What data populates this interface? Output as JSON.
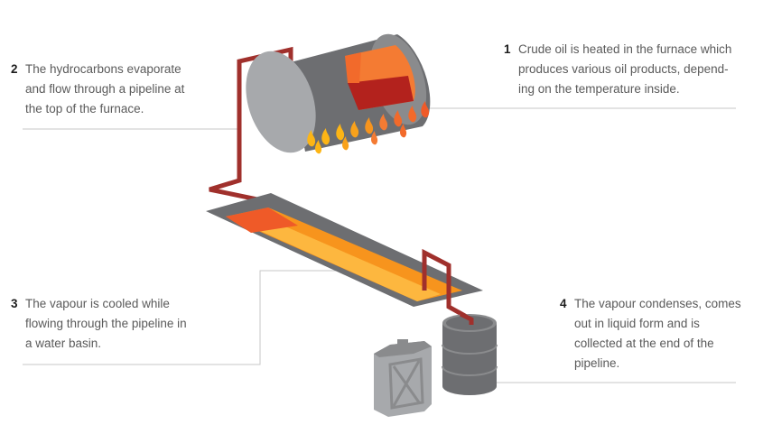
{
  "steps": [
    {
      "number": "1",
      "text": "Crude oil is heated in the furnace which\nproduces various oil products, depend-\ning on the temperature inside."
    },
    {
      "number": "2",
      "text": "The hydrocarbons evaporate\nand flow through a pipeline at\nthe top of the furnace."
    },
    {
      "number": "3",
      "text": "The vapour is cooled while\nflowing through the pipeline in\na water basin."
    },
    {
      "number": "4",
      "text": "The vapour condenses, comes\nout in liquid form and is\ncollected at the end of the\npipeline."
    }
  ],
  "colors": {
    "metal_dark": "#6d6e71",
    "metal_mid": "#8a8b8d",
    "metal_light": "#a7a9ac",
    "pipe": "#a0302c",
    "flame_outer": "#f26a2b",
    "flame_inner": "#fdb515",
    "furnace_inner_red": "#b3221d",
    "furnace_inner_orange": "#f47b33",
    "basin_orange": "#f7941d",
    "basin_yellow": "#fdb73f",
    "leader_line": "#c7c7c7",
    "label_text": "#5a5a5a",
    "number_text": "#1c1c1c"
  }
}
